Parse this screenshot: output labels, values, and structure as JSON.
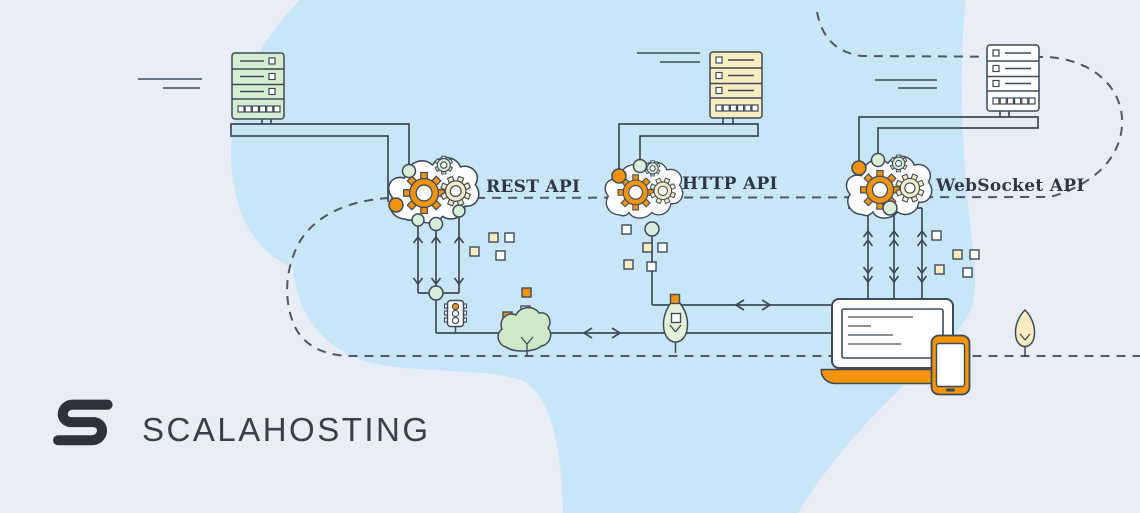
{
  "brand": {
    "name": "SCALAHOSTING"
  },
  "diagram": {
    "api_labels": {
      "rest": "REST API",
      "http": "HTTP API",
      "websocket": "WebSocket API"
    },
    "icons": [
      "server-icon-green",
      "server-icon-yellow",
      "server-icon-white",
      "gears-cloud-icon",
      "traffic-light-icon",
      "tree-round-icon",
      "tree-poplar-icon",
      "laptop-icon",
      "smartphone-icon",
      "data-packet-square",
      "scalahosting-s-icon"
    ],
    "colors": {
      "background": "#e9eef6",
      "blob_blue": "#c9e6f8",
      "line": "#3d4a5c",
      "dashed_line": "#4d5765",
      "orange": "#f0930f",
      "laptop_orange": "#f59300",
      "pale_yellow": "#f8ecc3",
      "pale_green": "#d9eed8",
      "server_green": "#d6edd0",
      "server_yellow": "#f9ecc0",
      "label_text": "#2d3748",
      "logo_text": "#3a4049"
    }
  }
}
